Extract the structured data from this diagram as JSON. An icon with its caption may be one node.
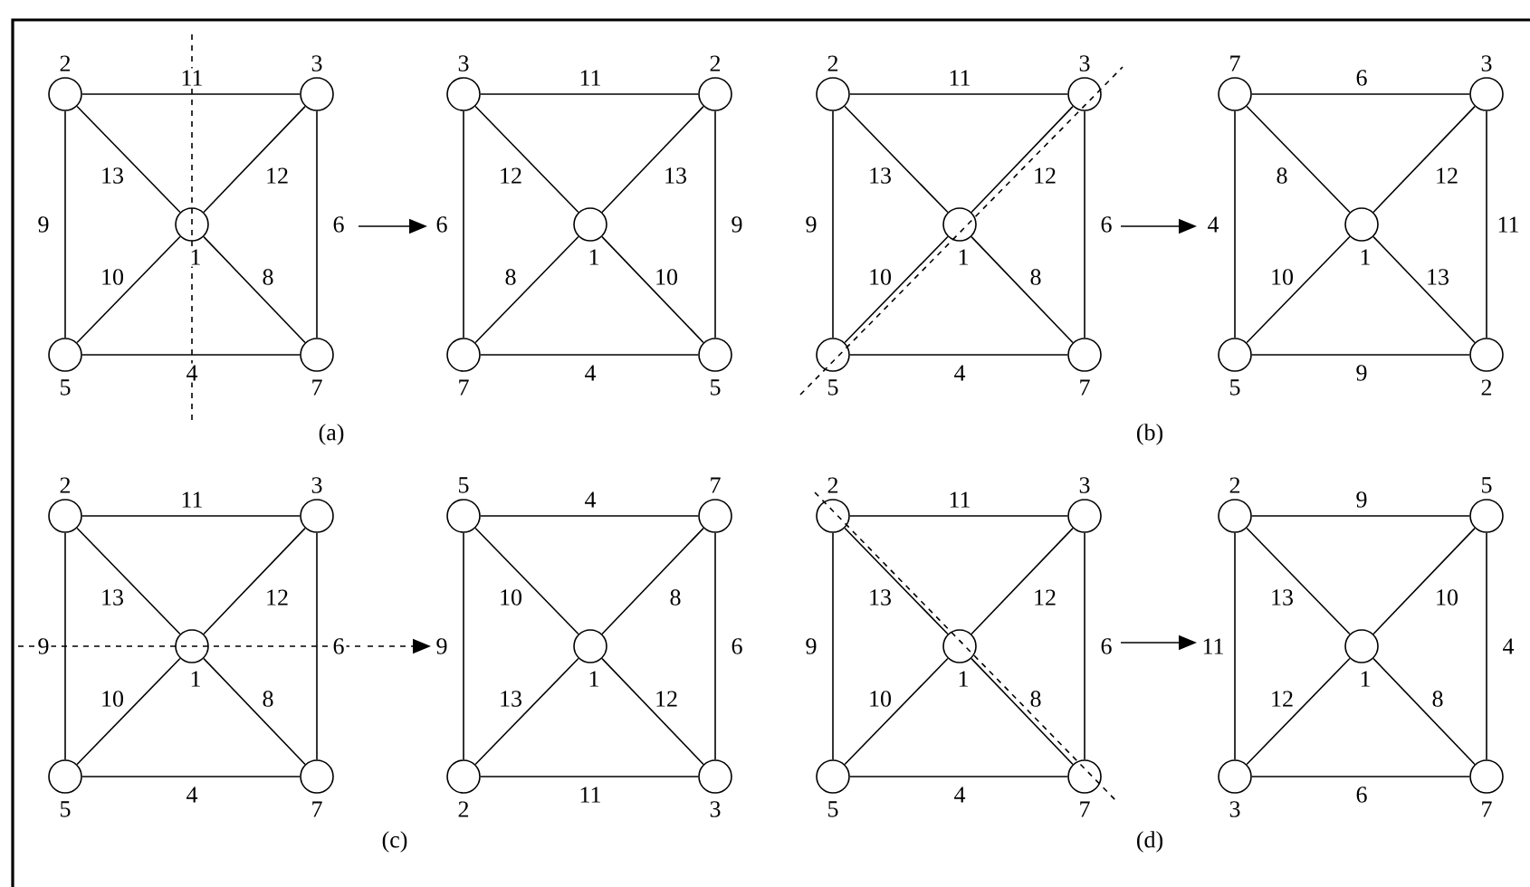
{
  "diagram": {
    "nodes": [
      {
        "text": [],
        "shape": "circle",
        "beside": [
          "2"
        ]
      },
      {
        "text": [],
        "shape": "circle",
        "beside": [
          "3"
        ]
      },
      {
        "text": [],
        "shape": "circle",
        "beside": [
          "1"
        ]
      },
      {
        "text": [],
        "shape": "circle",
        "beside": [
          "5"
        ]
      },
      {
        "text": [],
        "shape": "circle",
        "beside": [
          "7"
        ]
      },
      {
        "text": [],
        "shape": "circle",
        "beside": [
          "3"
        ]
      },
      {
        "text": [],
        "shape": "circle",
        "beside": [
          "2"
        ]
      },
      {
        "text": [],
        "shape": "circle",
        "beside": [
          "1"
        ]
      },
      {
        "text": [],
        "shape": "circle",
        "beside": [
          "7"
        ]
      },
      {
        "text": [],
        "shape": "circle",
        "beside": [
          "5"
        ]
      },
      {
        "text": [],
        "shape": "circle",
        "beside": [
          "2"
        ]
      },
      {
        "text": [],
        "shape": "circle",
        "beside": [
          "3"
        ]
      },
      {
        "text": [],
        "shape": "circle",
        "beside": [
          "1"
        ]
      },
      {
        "text": [],
        "shape": "circle",
        "beside": [
          "5"
        ]
      },
      {
        "text": [],
        "shape": "circle",
        "beside": [
          "7"
        ]
      },
      {
        "text": [],
        "shape": "circle",
        "beside": [
          "7"
        ]
      },
      {
        "text": [],
        "shape": "circle",
        "beside": [
          "3"
        ]
      },
      {
        "text": [],
        "shape": "circle",
        "beside": [
          "1"
        ]
      },
      {
        "text": [],
        "shape": "circle",
        "beside": [
          "5"
        ]
      },
      {
        "text": [],
        "shape": "circle",
        "beside": [
          "2"
        ]
      },
      {
        "text": [],
        "shape": "circle",
        "beside": [
          "2"
        ]
      },
      {
        "text": [],
        "shape": "circle",
        "beside": [
          "3"
        ]
      },
      {
        "text": [],
        "shape": "circle",
        "beside": [
          "1"
        ]
      },
      {
        "text": [],
        "shape": "circle",
        "beside": [
          "5"
        ]
      },
      {
        "text": [],
        "shape": "circle",
        "beside": [
          "7"
        ]
      },
      {
        "text": [],
        "shape": "circle",
        "beside": [
          "5"
        ]
      },
      {
        "text": [],
        "shape": "circle",
        "beside": [
          "7"
        ]
      },
      {
        "text": [],
        "shape": "circle",
        "beside": [
          "1"
        ]
      },
      {
        "text": [],
        "shape": "circle",
        "beside": [
          "2"
        ]
      },
      {
        "text": [],
        "shape": "circle",
        "beside": [
          "3"
        ]
      },
      {
        "text": [],
        "shape": "circle",
        "beside": [
          "2"
        ]
      },
      {
        "text": [],
        "shape": "circle",
        "beside": [
          "3"
        ]
      },
      {
        "text": [],
        "shape": "circle",
        "beside": [
          "1"
        ]
      },
      {
        "text": [],
        "shape": "circle",
        "beside": [
          "5"
        ]
      },
      {
        "text": [],
        "shape": "circle",
        "beside": [
          "7"
        ]
      },
      {
        "text": [],
        "shape": "circle",
        "beside": [
          "2"
        ]
      },
      {
        "text": [],
        "shape": "circle",
        "beside": [
          "5"
        ]
      },
      {
        "text": [],
        "shape": "circle",
        "beside": [
          "1"
        ]
      },
      {
        "text": [],
        "shape": "circle",
        "beside": [
          "3"
        ]
      },
      {
        "text": [],
        "shape": "circle",
        "beside": [
          "7"
        ]
      }
    ],
    "edges": [
      {
        "from": 0,
        "to": 1,
        "arrow": "none",
        "label": "11"
      },
      {
        "from": 0,
        "to": 2,
        "arrow": "none",
        "label": "13"
      },
      {
        "from": 1,
        "to": 2,
        "arrow": "none",
        "label": "12"
      },
      {
        "from": 0,
        "to": 3,
        "arrow": "none",
        "label": "9"
      },
      {
        "from": 1,
        "to": 4,
        "arrow": "none",
        "label": "6"
      },
      {
        "from": 2,
        "to": 3,
        "arrow": "none",
        "label": "10"
      },
      {
        "from": 2,
        "to": 4,
        "arrow": "none",
        "label": "8"
      },
      {
        "from": 3,
        "to": 4,
        "arrow": "none",
        "label": "4"
      },
      {
        "from": 5,
        "to": 6,
        "arrow": "none",
        "label": "11"
      },
      {
        "from": 5,
        "to": 7,
        "arrow": "none",
        "label": "12"
      },
      {
        "from": 6,
        "to": 7,
        "arrow": "none",
        "label": "13"
      },
      {
        "from": 5,
        "to": 8,
        "arrow": "none",
        "label": "6"
      },
      {
        "from": 6,
        "to": 9,
        "arrow": "none",
        "label": "9"
      },
      {
        "from": 7,
        "to": 8,
        "arrow": "none",
        "label": "8"
      },
      {
        "from": 7,
        "to": 9,
        "arrow": "none",
        "label": "10"
      },
      {
        "from": 8,
        "to": 9,
        "arrow": "none",
        "label": "4"
      },
      {
        "from": 10,
        "to": 11,
        "arrow": "none",
        "label": "11"
      },
      {
        "from": 10,
        "to": 12,
        "arrow": "none",
        "label": "13"
      },
      {
        "from": 11,
        "to": 12,
        "arrow": "none",
        "label": "12"
      },
      {
        "from": 10,
        "to": 13,
        "arrow": "none",
        "label": "9"
      },
      {
        "from": 11,
        "to": 14,
        "arrow": "none",
        "label": "6"
      },
      {
        "from": 12,
        "to": 13,
        "arrow": "none",
        "label": "10"
      },
      {
        "from": 12,
        "to": 14,
        "arrow": "none",
        "label": "8"
      },
      {
        "from": 13,
        "to": 14,
        "arrow": "none",
        "label": "4"
      },
      {
        "from": 15,
        "to": 16,
        "arrow": "none",
        "label": "6"
      },
      {
        "from": 15,
        "to": 17,
        "arrow": "none",
        "label": "8"
      },
      {
        "from": 16,
        "to": 17,
        "arrow": "none",
        "label": "12"
      },
      {
        "from": 15,
        "to": 18,
        "arrow": "none",
        "label": "4"
      },
      {
        "from": 16,
        "to": 19,
        "arrow": "none",
        "label": "11"
      },
      {
        "from": 17,
        "to": 18,
        "arrow": "none",
        "label": "10"
      },
      {
        "from": 17,
        "to": 19,
        "arrow": "none",
        "label": "13"
      },
      {
        "from": 18,
        "to": 19,
        "arrow": "none",
        "label": "9"
      },
      {
        "from": 20,
        "to": 21,
        "arrow": "none",
        "label": "11"
      },
      {
        "from": 20,
        "to": 22,
        "arrow": "none",
        "label": "13"
      },
      {
        "from": 21,
        "to": 22,
        "arrow": "none",
        "label": "12"
      },
      {
        "from": 20,
        "to": 23,
        "arrow": "none",
        "label": "9"
      },
      {
        "from": 21,
        "to": 24,
        "arrow": "none",
        "label": "6"
      },
      {
        "from": 22,
        "to": 23,
        "arrow": "none",
        "label": "10"
      },
      {
        "from": 22,
        "to": 24,
        "arrow": "none",
        "label": "8"
      },
      {
        "from": 23,
        "to": 24,
        "arrow": "none",
        "label": "4"
      },
      {
        "from": 25,
        "to": 26,
        "arrow": "none",
        "label": "4"
      },
      {
        "from": 25,
        "to": 27,
        "arrow": "none",
        "label": "10"
      },
      {
        "from": 26,
        "to": 27,
        "arrow": "none",
        "label": "8"
      },
      {
        "from": 25,
        "to": 28,
        "arrow": "none",
        "label": "9"
      },
      {
        "from": 26,
        "to": 29,
        "arrow": "none",
        "label": "6"
      },
      {
        "from": 27,
        "to": 28,
        "arrow": "none",
        "label": "13"
      },
      {
        "from": 27,
        "to": 29,
        "arrow": "none",
        "label": "12"
      },
      {
        "from": 28,
        "to": 29,
        "arrow": "none",
        "label": "11"
      },
      {
        "from": 30,
        "to": 31,
        "arrow": "none",
        "label": "11"
      },
      {
        "from": 30,
        "to": 32,
        "arrow": "none",
        "label": "13"
      },
      {
        "from": 31,
        "to": 32,
        "arrow": "none",
        "label": "12"
      },
      {
        "from": 30,
        "to": 33,
        "arrow": "none",
        "label": "9"
      },
      {
        "from": 31,
        "to": 34,
        "arrow": "none",
        "label": "6"
      },
      {
        "from": 32,
        "to": 33,
        "arrow": "none",
        "label": "10"
      },
      {
        "from": 32,
        "to": 34,
        "arrow": "none",
        "label": "8"
      },
      {
        "from": 33,
        "to": 34,
        "arrow": "none",
        "label": "4"
      },
      {
        "from": 35,
        "to": 36,
        "arrow": "none",
        "label": "9"
      },
      {
        "from": 35,
        "to": 37,
        "arrow": "none",
        "label": "13"
      },
      {
        "from": 36,
        "to": 37,
        "arrow": "none",
        "label": "10"
      },
      {
        "from": 35,
        "to": 38,
        "arrow": "none",
        "label": "11"
      },
      {
        "from": 36,
        "to": 39,
        "arrow": "none",
        "label": "4"
      },
      {
        "from": 37,
        "to": 38,
        "arrow": "none",
        "label": "12"
      },
      {
        "from": 37,
        "to": 39,
        "arrow": "none",
        "label": "8"
      },
      {
        "from": 38,
        "to": 39,
        "arrow": "none",
        "label": "6"
      }
    ],
    "labels": [
      "(a)",
      "(b)",
      "(c)",
      "(d)"
    ]
  }
}
